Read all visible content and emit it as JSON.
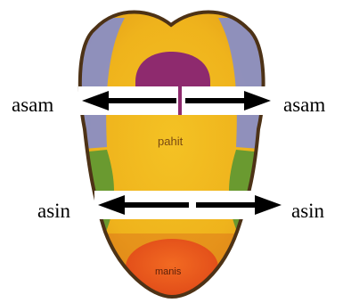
{
  "labels": {
    "sour_left": "asam",
    "sour_right": "asam",
    "bitter": "pahit",
    "salty_left": "asin",
    "salty_right": "asin",
    "sweet": "manis"
  },
  "colors": {
    "tongue_base": "#efb31c",
    "bitter_zone": "#8e2a6e",
    "sour_zone": "#8a8ec4",
    "salty_zone": "#6a9a30",
    "sweet_zone": "#ea5a1c",
    "outline": "#4d3216",
    "arrow": "#000000",
    "arrow_panel": "#ffffff"
  }
}
